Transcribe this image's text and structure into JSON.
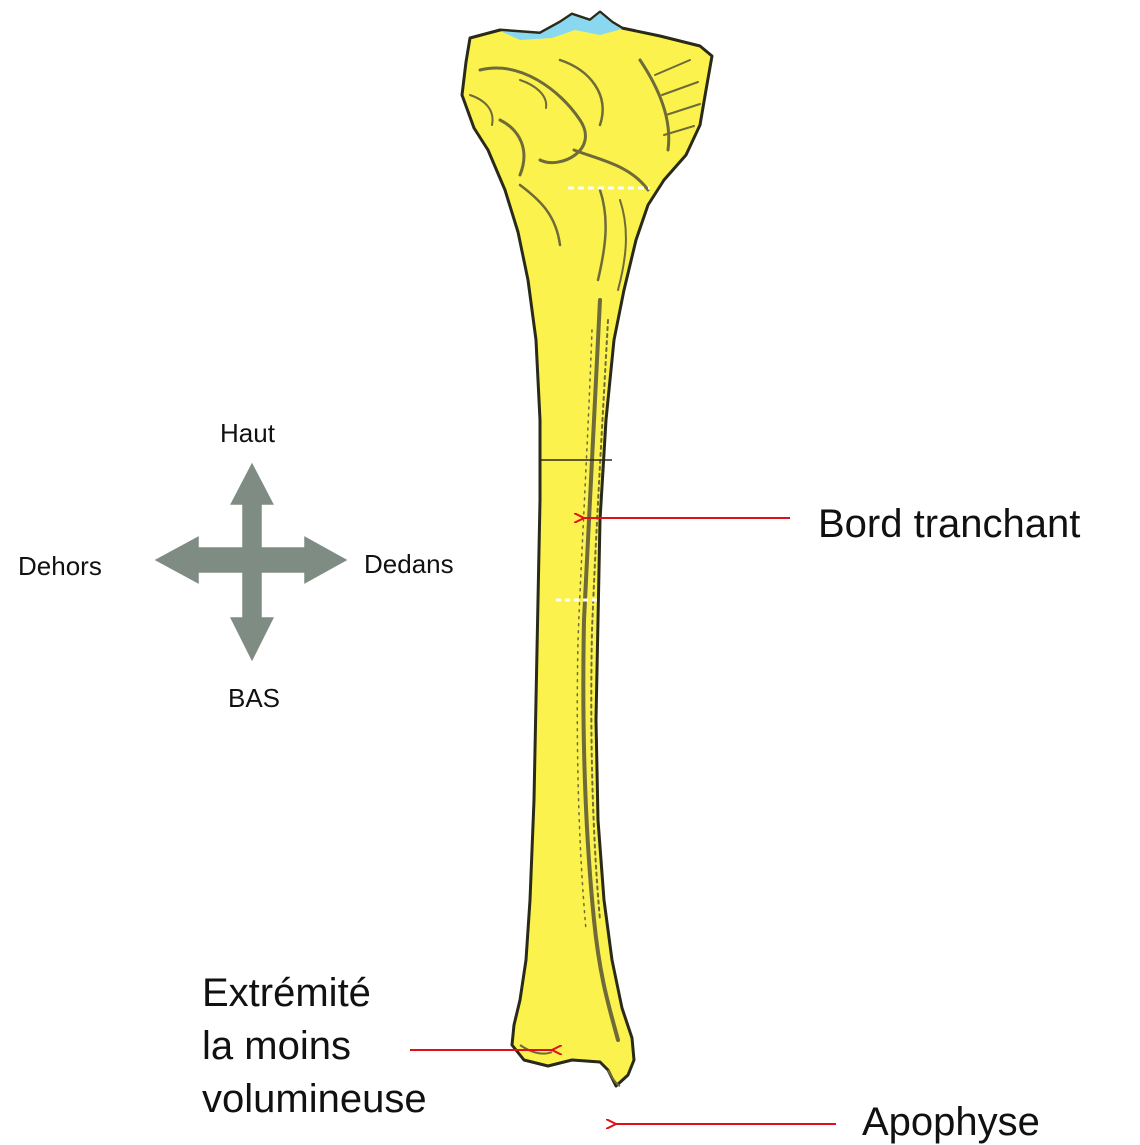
{
  "orientation": {
    "haut": "Haut",
    "dehors": "Dehors",
    "dedans": "Dedans",
    "bas": "BAS",
    "arrow_color": "#7f8c83"
  },
  "annotations": {
    "bord_tranchant": "Bord tranchant",
    "extremite_line1": "Extrémité",
    "extremite_line2": "la moins",
    "extremite_line3": "volumineuse",
    "apophyse": "Apophyse",
    "arrow_color": "#e0101a"
  },
  "bone": {
    "icon": "tibia-bone",
    "fill_color": "#fbf24d",
    "outline_color": "#2a2a1a",
    "shade_color": "#6e6a3a",
    "cartilage_color": "#8ad7f0"
  }
}
